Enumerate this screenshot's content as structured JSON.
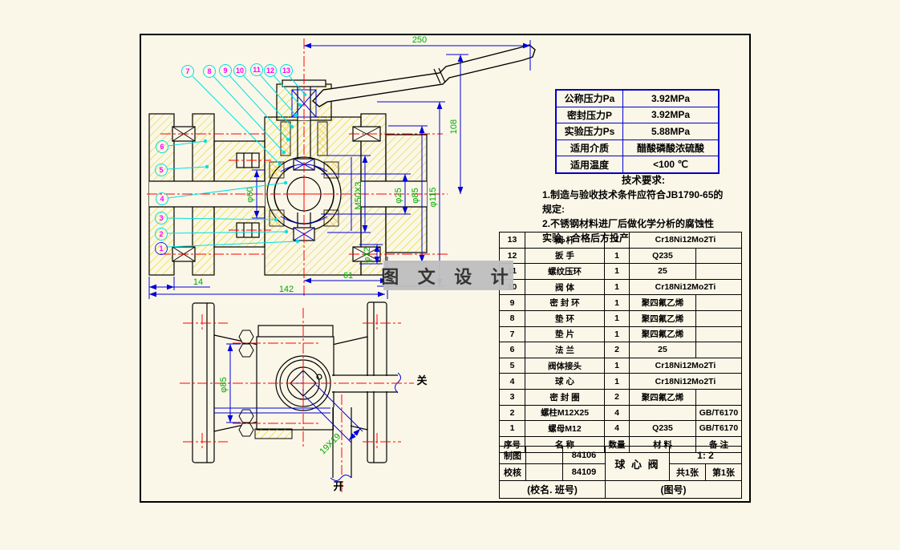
{
  "watermark": "图 文 设 计",
  "params_table": {
    "rows": [
      {
        "label": "公称压力Pa",
        "value": "3.92MPa"
      },
      {
        "label": "密封压力P",
        "value": "3.92MPa"
      },
      {
        "label": "实验压力Ps",
        "value": "5.88MPa"
      },
      {
        "label": "适用介质",
        "value": "醋酸磷酸浓硫酸"
      },
      {
        "label": "适用温度",
        "value": "<100 ℃"
      }
    ]
  },
  "tech_req": {
    "title": "技术要求:",
    "line1": "1.制造与验收技术条件应符合JB1790-65的",
    "line2": "规定:",
    "line3": "2.不锈钢材料进厂后做化学分析的腐蚀性",
    "line4": "实验。合格后方投产"
  },
  "bom": {
    "header": {
      "seq": "序号",
      "name": "名  称",
      "qty": "数量",
      "material": "材  料",
      "remark": "备 注"
    },
    "rows": [
      {
        "seq": "13",
        "name": "阀  杆",
        "qty": "1",
        "material": "Cr18Ni12Mo2Ti",
        "remark": ""
      },
      {
        "seq": "12",
        "name": "扳  手",
        "qty": "1",
        "material": "Q235",
        "remark": ""
      },
      {
        "seq": "11",
        "name": "螺纹压环",
        "qty": "1",
        "material": "25",
        "remark": ""
      },
      {
        "seq": "10",
        "name": "阀  体",
        "qty": "1",
        "material": "Cr18Ni12Mo2Ti",
        "remark": ""
      },
      {
        "seq": "9",
        "name": "密 封 环",
        "qty": "1",
        "material": "聚四氟乙烯",
        "remark": ""
      },
      {
        "seq": "8",
        "name": "垫  环",
        "qty": "1",
        "material": "聚四氟乙烯",
        "remark": ""
      },
      {
        "seq": "7",
        "name": "垫  片",
        "qty": "1",
        "material": "聚四氟乙烯",
        "remark": ""
      },
      {
        "seq": "6",
        "name": "法  兰",
        "qty": "2",
        "material": "25",
        "remark": ""
      },
      {
        "seq": "5",
        "name": "阀体接头",
        "qty": "1",
        "material": "Cr18Ni12Mo2Ti",
        "remark": ""
      },
      {
        "seq": "4",
        "name": "球  心",
        "qty": "1",
        "material": "Cr18Ni12Mo2Ti",
        "remark": ""
      },
      {
        "seq": "3",
        "name": "密 封 圈",
        "qty": "2",
        "material": "聚四氟乙烯",
        "remark": ""
      },
      {
        "seq": "2",
        "name": "螺柱M12X25",
        "qty": "4",
        "material": "",
        "remark": "GB/T6170"
      },
      {
        "seq": "1",
        "name": "螺母M12",
        "qty": "4",
        "material": "Q235",
        "remark": "GB/T6170"
      }
    ]
  },
  "title_block": {
    "drawn_label": "制图",
    "drawn_value": "84106",
    "check_label": "校核",
    "check_value": "84109",
    "part_name": "球 心 阀",
    "scale": "1: 2",
    "sheet_total": "共1张",
    "sheet_index": "第1张",
    "school": "(校名. 班号)",
    "fig_no": "(图号)"
  },
  "dims": {
    "d250": "250",
    "d108": "108",
    "thread": "M50X3",
    "d25": "φ25",
    "d85": "φ85",
    "d115": "φ115",
    "d60": "φ60",
    "d12": "φ12",
    "d61": "61",
    "d142": "142",
    "d14": "14",
    "plan_d85": "φ85",
    "square": "19X19"
  },
  "labels": {
    "open": "开",
    "close": "关"
  },
  "balloons": {
    "b1": "1",
    "b2": "2",
    "b3": "3",
    "b4": "4",
    "b5": "5",
    "b6": "6",
    "b7": "7",
    "b8": "8",
    "b9": "9",
    "b10": "10",
    "b11": "11",
    "b12": "12",
    "b13": "13"
  },
  "colors": {
    "hatch": "#DFD400",
    "center": "#FF0000",
    "dim": "#0000D8",
    "dim_text": "#00A800",
    "leader": "#00E0E0",
    "balloon_no": "#FF00FF",
    "table_border_blue": "#0000CC",
    "bg": "#FBF7E8"
  }
}
